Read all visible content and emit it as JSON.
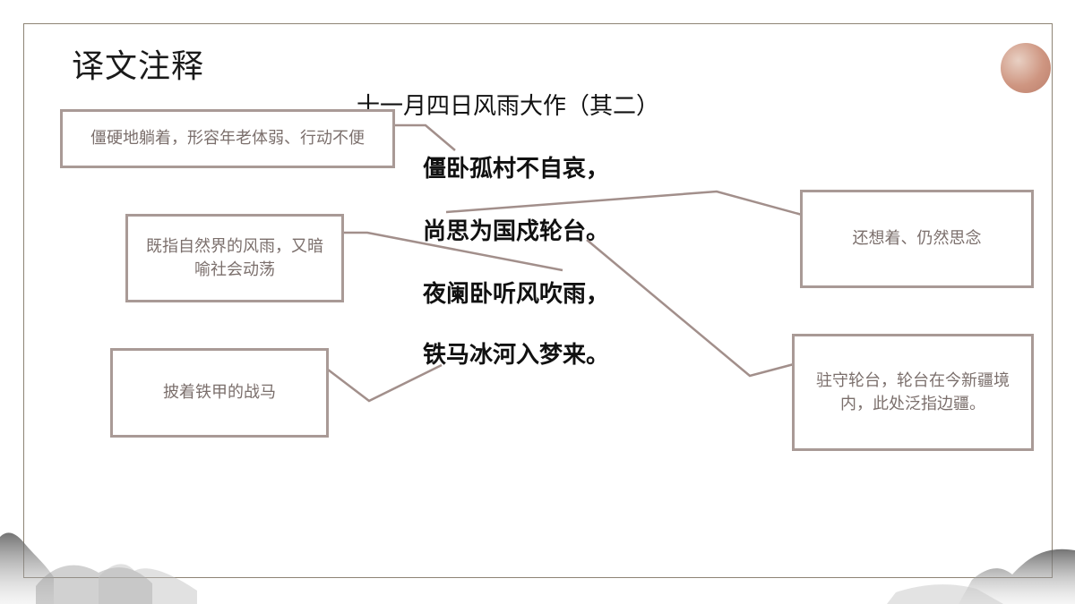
{
  "page": {
    "title": "译文注释",
    "poem_title": "十一月四日风雨大作（其二）"
  },
  "poem": {
    "lines": [
      "僵卧孤村不自哀，",
      "尚思为国戍轮台。",
      "夜阑卧听风吹雨，",
      "铁马冰河入梦来。"
    ]
  },
  "notes": {
    "jiang_wo": "僵硬地躺着，形容年老体弱、行动不便",
    "shang_si": "还想着、仍然思念",
    "feng_yu": "既指自然界的风雨，又暗喻社会动荡",
    "shu_luntai": "驻守轮台，轮台在今新疆境内，此处泛指边疆。",
    "tie_ma": "披着铁甲的战马"
  },
  "colors": {
    "frame": "#8e8475",
    "box_border": "#a99a96",
    "note_text": "#7b6f6c",
    "connector": "#a28f8b",
    "sun": "#c98a73"
  },
  "icons": {
    "sun": "sun-decoration",
    "mountains": "ink-mountains-decoration"
  }
}
